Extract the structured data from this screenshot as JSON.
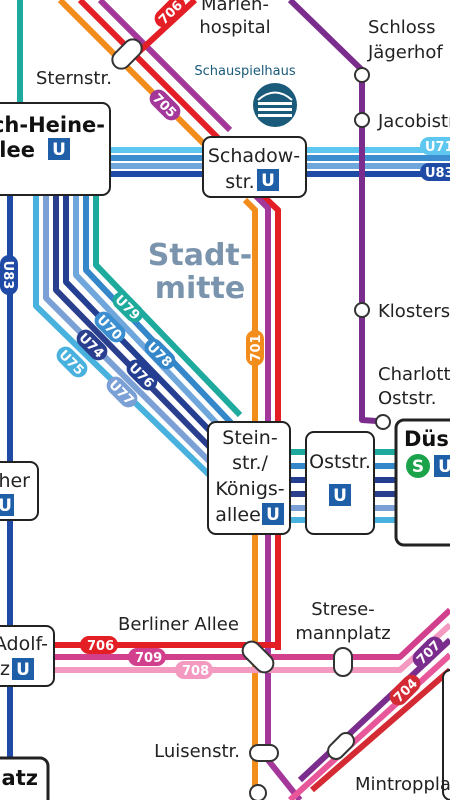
{
  "district": {
    "line1": "Stadt-",
    "line2": "mitte"
  },
  "theatre": {
    "label": "Schauspielhaus"
  },
  "stations": {
    "marienhospital": {
      "line1": "Marien-",
      "line2": "hospital"
    },
    "schloss": {
      "line1": "Schloss",
      "line2": "Jägerhof"
    },
    "sternstr": "Sternstr.",
    "jacobistr": "Jacobistr.",
    "heinrich_heine": {
      "line1": "Heinrich-Heine-",
      "line2": "Allee"
    },
    "schadowstr": {
      "line1": "Schadow-",
      "line2": "str."
    },
    "klosterstr": "Klosterstr.",
    "charlottenstr": {
      "line1": "Charlottenstr.",
      "line2": "Oststr."
    },
    "duesseldorf_hbf": "Düsseldorf Hbf",
    "steinstr": {
      "line1": "Stein-",
      "line2": "str./",
      "line3": "Königs-",
      "line4": "allee"
    },
    "oststr": "Oststr.",
    "nordstr_partial": "Fischer",
    "berliner_allee": "Berliner Allee",
    "stresemannplatz": {
      "line1": "Strese-",
      "line2": "mannplatz"
    },
    "graf_adolf": {
      "line1": "Graf-Adolf-",
      "line2": "Platz"
    },
    "luisenstr": "Luisenstr.",
    "mintropplatz": "Mintropplatz",
    "bottom_left": "platz"
  },
  "icons": {
    "ubahn": "U",
    "sbahn": "S"
  },
  "lines": [
    {
      "id": "U70",
      "color": "#3b8fd0"
    },
    {
      "id": "U71",
      "color": "#5ec7ef"
    },
    {
      "id": "U72",
      "color": "#2e6bb8"
    },
    {
      "id": "U73",
      "color": "#6fa7dd"
    },
    {
      "id": "U74",
      "color": "#2b3f8f"
    },
    {
      "id": "U75",
      "color": "#48b1de"
    },
    {
      "id": "U76",
      "color": "#243f92"
    },
    {
      "id": "U77",
      "color": "#7aa0d6"
    },
    {
      "id": "U78",
      "color": "#3487c9"
    },
    {
      "id": "U79",
      "color": "#1faa9e"
    },
    {
      "id": "U83",
      "color": "#1f4aa5"
    },
    {
      "id": "701",
      "color": "#f28c1a"
    },
    {
      "id": "704",
      "color": "#d42a33"
    },
    {
      "id": "705",
      "color": "#e31e24"
    },
    {
      "id": "706",
      "color": "#e31e24"
    },
    {
      "id": "707",
      "color": "#e8579a"
    },
    {
      "id": "708",
      "color": "#f49ac1"
    },
    {
      "id": "709",
      "color": "#d23f8c"
    }
  ],
  "line_labels": {
    "u71": "U71",
    "u83": "U83",
    "u79": "U79",
    "u70": "U70",
    "u78": "U78",
    "u74": "U74",
    "u76": "U76",
    "u75": "U75",
    "u77": "U77",
    "u83v": "U83",
    "l701": "701",
    "l705": "705",
    "l706top": "706",
    "l706": "706",
    "l709": "709",
    "l708": "708",
    "l707": "707",
    "l704": "704"
  }
}
